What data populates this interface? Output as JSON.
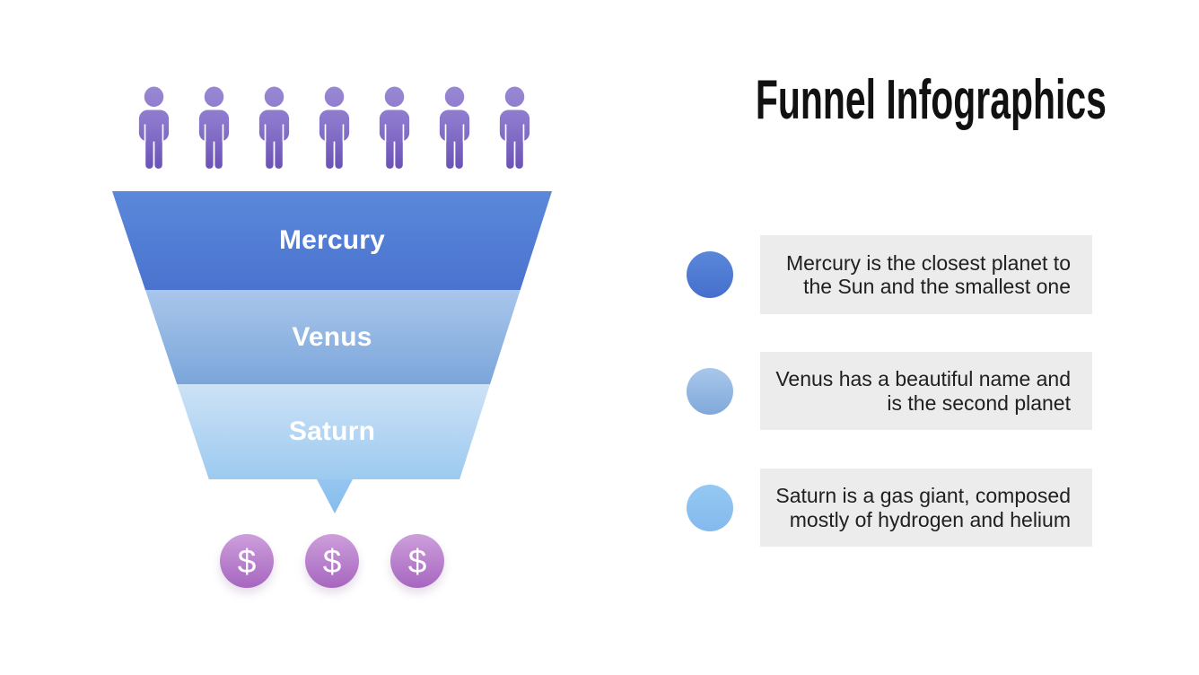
{
  "title": "Funnel Infographics",
  "funnel": {
    "stages": [
      {
        "label": "Mercury",
        "color_top": "#5b88da",
        "color_bottom": "#4a73cf"
      },
      {
        "label": "Venus",
        "color_top": "#a9c6eb",
        "color_bottom": "#7ba6da"
      },
      {
        "label": "Saturn",
        "color_top": "#cde2f6",
        "color_bottom": "#9ccaf0"
      }
    ],
    "spout_color_top": "#96c6f0",
    "spout_color_bottom": "#85bcec"
  },
  "audience": {
    "icon": "person-icon",
    "count": 7,
    "color_top": "#9889d4",
    "color_bottom": "#6a52b5"
  },
  "revenue": {
    "icon": "dollar-icon",
    "symbol": "$",
    "count": 3,
    "color_top": "#cd9fdb",
    "color_bottom": "#a766c0"
  },
  "legend": {
    "box_bg": "#ececec",
    "items": [
      {
        "bullet_color_top": "#5a87d9",
        "bullet_color_bottom": "#456fcd",
        "lines": [
          "Mercury is the closest planet to",
          "the Sun and the smallest one"
        ]
      },
      {
        "bullet_color_top": "#a9c7eb",
        "bullet_color_bottom": "#7fa8da",
        "lines": [
          "Venus has a beautiful name and",
          "is the second planet"
        ]
      },
      {
        "bullet_color_top": "#95c8f2",
        "bullet_color_bottom": "#83baee",
        "lines": [
          "Saturn is a gas giant, composed",
          "mostly of hydrogen and helium"
        ]
      }
    ]
  }
}
